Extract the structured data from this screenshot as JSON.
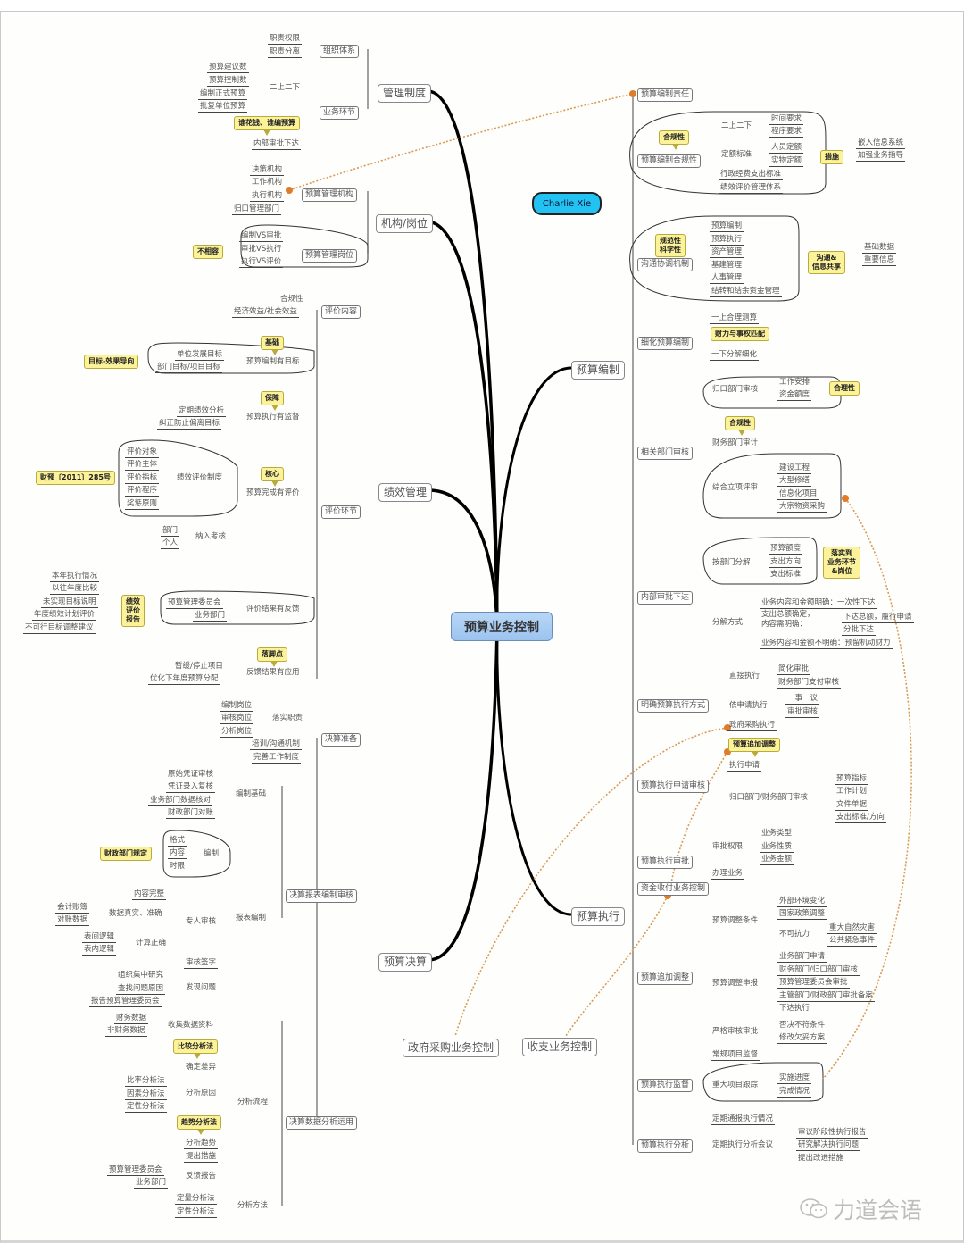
{
  "center": {
    "title": "预算业务控制"
  },
  "author": {
    "name": "Charlie Xie"
  },
  "watermark": {
    "text": "力道会语",
    "icon": "wechat-icon"
  },
  "colors": {
    "center_fill": "#9cc3ef",
    "author_fill": "#22c3f2",
    "note_fill": "#fbf29a",
    "relation_line": "#e07b2a"
  },
  "branches": {
    "mgmt": {
      "label": "管理制度",
      "org": {
        "label": "组织体系",
        "items": [
          "职责权限",
          "职责分离"
        ]
      },
      "biz": {
        "label": "业务环节",
        "sub": "二上二下",
        "items": [
          "预算建议数",
          "预算控制数",
          "编制正式预算",
          "批复单位预算"
        ],
        "note": "谁花钱、谁编预算",
        "last": "内部审批下达"
      }
    },
    "inst": {
      "label": "机构/岗位",
      "org": {
        "label": "预算管理机构",
        "items": [
          "决策机构",
          "工作机构",
          "执行机构",
          "归口管理部门"
        ]
      },
      "post": {
        "label": "预算管理岗位",
        "items": [
          "编制VS审批",
          "审批VS执行",
          "执行VS评价"
        ],
        "note": "不相容"
      }
    },
    "perf": {
      "label": "绩效管理",
      "content": {
        "label": "评价内容",
        "items": [
          "合规性",
          "经济效益/社会效益"
        ]
      },
      "stage": {
        "label": "评价环节",
        "goal": {
          "label": "预算编制有目标",
          "note": "基础",
          "items": [
            "单位发展目标",
            "部门目标/项目目标"
          ],
          "side": "目标-效果导向"
        },
        "monitor": {
          "label": "预算执行有监督",
          "note": "保障",
          "items": [
            "定期绩效分析",
            "纠正防止偏离目标"
          ]
        },
        "eval": {
          "label": "预算完成有评价",
          "note": "核心",
          "system": "绩效评价制度",
          "items": [
            "评价对象",
            "评价主体",
            "评价指标",
            "评价程序",
            "奖惩原则"
          ],
          "side": "财预〔2011〕285号",
          "assess": "纳入考核",
          "assess_items": [
            "部门",
            "个人"
          ]
        },
        "feedback": {
          "label": "评价结果有反馈",
          "items": [
            "预算管理委员会",
            "业务部门"
          ],
          "report": "绩效\n评价\n报告",
          "report_items": [
            "本年执行情况",
            "以往年度比较",
            "未实现目标说明",
            "年度绩效计划评价",
            "不可行目标调整建议"
          ]
        },
        "apply": {
          "label": "反馈结果有应用",
          "note": "落脚点",
          "items": [
            "暂缓/停止项目",
            "优化下年度预算分配"
          ]
        }
      }
    },
    "final": {
      "label": "预算决算",
      "prep": {
        "label": "决算准备",
        "duty": "落实职责",
        "duty_items": [
          "编制岗位",
          "审核岗位",
          "分析岗位"
        ],
        "items": [
          "培训/沟通机制",
          "完善工作制度"
        ]
      },
      "report": {
        "label": "决算报表编制审核",
        "basis": {
          "label": "编制基础",
          "items": [
            "原始凭证审核",
            "凭证录入复核",
            "业务部门数据核对",
            "财政部门对账"
          ]
        },
        "compile": {
          "label": "报表编制",
          "make": {
            "label": "编制",
            "items": [
              "格式",
              "内容",
              "时限"
            ],
            "note": "财政部门规定"
          },
          "review": {
            "label": "专人审核",
            "complete": "内容完整",
            "true_label": "数据真实、准确",
            "true_items": [
              "会计账簿",
              "对账数据"
            ],
            "calc": "计算正确",
            "calc_items": [
              "表间逻辑",
              "表内逻辑"
            ]
          },
          "sign": "审核签字",
          "issue": {
            "label": "发现问题",
            "items": [
              "组织集中研究",
              "查找问题原因",
              "报告预算管理委员会"
            ]
          }
        }
      },
      "analysis": {
        "label": "决算数据分析运用",
        "flow": {
          "label": "分析流程",
          "collect": {
            "label": "收集数据资料",
            "items": [
              "财务数据",
              "非财务数据"
            ]
          },
          "diff": {
            "label": "确定差异",
            "note": "比较分析法"
          },
          "cause": {
            "label": "分析原因",
            "items": [
              "比率分析法",
              "因素分析法",
              "定性分析法"
            ]
          },
          "trend": {
            "label": "分析趋势",
            "note": "趋势分析法"
          },
          "measure": "提出措施",
          "feedback": {
            "label": "反馈报告",
            "items": [
              "预算管理委员会",
              "业务部门"
            ]
          }
        },
        "method": {
          "label": "分析方法",
          "items": [
            "定量分析法",
            "定性分析法"
          ]
        }
      }
    },
    "compile": {
      "label": "预算编制",
      "resp": {
        "label": "预算编制责任"
      },
      "comply": {
        "label": "预算编制合规性",
        "note": "合规性",
        "sub1": "二上二下",
        "sub1_items": [
          "时间要求",
          "程序要求"
        ],
        "sub2": "定额标准",
        "sub2_items": [
          "人员定额",
          "实物定额"
        ],
        "items": [
          "行政经费支出标准",
          "绩效评价管理体系"
        ],
        "measure": "措施",
        "measure_items": [
          "嵌入信息系统",
          "加强业务指导"
        ]
      },
      "coord": {
        "label": "沟通协调机制",
        "note": "规范性\n科学性",
        "items": [
          "预算编制",
          "预算执行",
          "资产管理",
          "基建管理",
          "人事管理",
          "结转和结余资金管理"
        ],
        "share": "沟通&\n信息共享",
        "share_items": [
          "基础数据",
          "重要信息"
        ]
      },
      "detail": {
        "label": "细化预算编制",
        "items": [
          "一上合理测算",
          "一下分解细化"
        ],
        "note": "财力与事权匹配"
      },
      "review": {
        "label": "相关部门审核",
        "dept": {
          "label": "归口部门审核",
          "items": [
            "工作安排",
            "资金额度"
          ],
          "note": "合理性"
        },
        "finance": {
          "label": "财务部门审计",
          "note": "合规性"
        },
        "project": {
          "label": "综合立项评审",
          "items": [
            "建设工程",
            "大型修缮",
            "信息化项目",
            "大宗物资采购"
          ]
        }
      },
      "approve": {
        "label": "内部审批下达",
        "dept": {
          "label": "按部门分解",
          "items": [
            "预算额度",
            "支出方向",
            "支出标准"
          ],
          "note": "落实到\n业务环节\n&岗位"
        },
        "way": {
          "label": "分解方式",
          "line1": "业务内容和金额明确：一次性下达",
          "line2": "支出总额确定，\n内容需明确：",
          "line2_items": [
            "下达总额，履行申请",
            "分批下达"
          ],
          "line3": "业务内容和金额不明确：预留机动财力"
        }
      }
    },
    "exec": {
      "label": "预算执行",
      "way": {
        "label": "明确预算执行方式",
        "direct": "直接执行",
        "direct_items": [
          "简化审批",
          "财务部门支付审核"
        ],
        "apply": "依申请执行",
        "apply_items": [
          "一事一议",
          "审批审核"
        ],
        "gov": "政府采购执行"
      },
      "req": {
        "label": "预算执行申请审核",
        "note": "预算追加调整",
        "apply": "执行申请",
        "review": "归口部门/财务部门审核",
        "items": [
          "预算指标",
          "工作计划",
          "文件单据",
          "支出标准/方向"
        ]
      },
      "approve": {
        "label": "预算执行审批",
        "auth": "审批权限",
        "auth_items": [
          "业务类型",
          "业务性质",
          "业务金额"
        ],
        "handle": "办理业务"
      },
      "fund": {
        "label": "资金收付业务控制"
      },
      "adjust": {
        "label": "预算追加调整",
        "cond": {
          "label": "预算调整条件",
          "items": [
            "外部环境变化",
            "国家政策调整"
          ],
          "force": "不可抗力",
          "force_items": [
            "重大自然灾害",
            "公共紧急事件"
          ]
        },
        "apply": {
          "label": "预算调整申报",
          "items": [
            "业务部门申请",
            "财务部门/归口部门审核",
            "预算管理委员会审批",
            "主管部门/财政部门审批备案",
            "下达执行"
          ]
        },
        "strict": {
          "label": "严格审核审批",
          "items": [
            "否决不符条件",
            "修改欠妥方案"
          ]
        }
      },
      "supervise": {
        "label": "预算执行监督",
        "routine": "常规项目监督",
        "major": "重大项目跟踪",
        "major_items": [
          "实施进度",
          "完成情况"
        ]
      },
      "analysis": {
        "label": "预算执行分析",
        "notify": "定期通报执行情况",
        "meeting": "定期执行分析会议",
        "meeting_items": [
          "审议阶段性执行报告",
          "研究解决执行问题",
          "提出改进措施"
        ]
      }
    },
    "procure": {
      "label": "政府采购业务控制"
    },
    "cash": {
      "label": "收支业务控制"
    }
  }
}
